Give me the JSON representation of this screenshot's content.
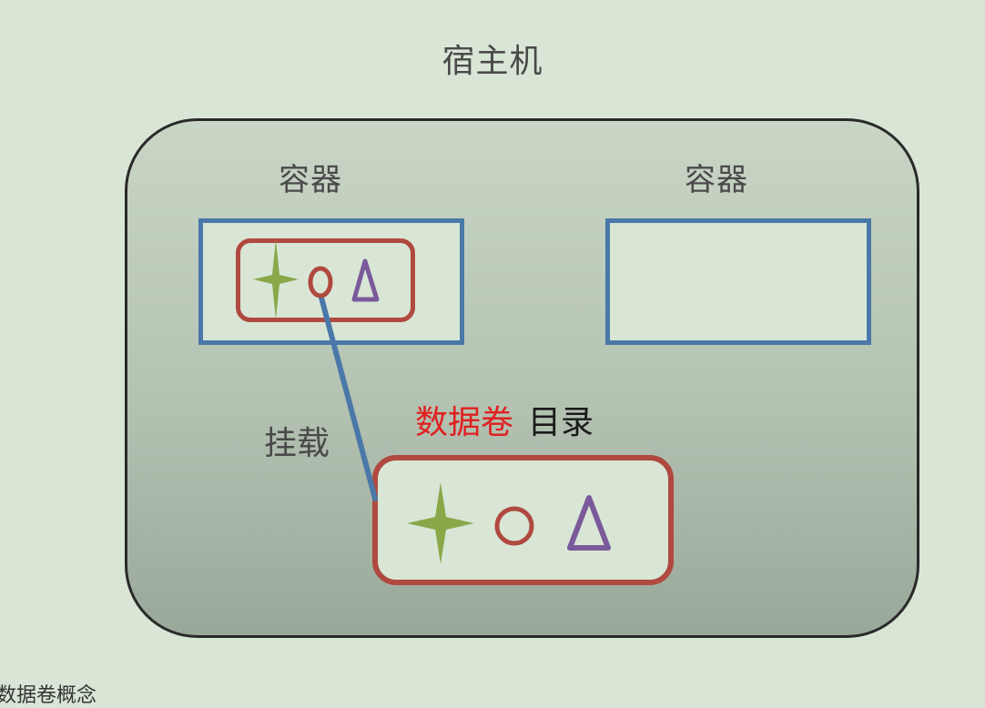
{
  "host": {
    "title": "宿主机"
  },
  "containers": [
    {
      "label": "容器"
    },
    {
      "label": "容器"
    }
  ],
  "mount": {
    "label": "挂载"
  },
  "data_volume": {
    "label_red": "数据卷",
    "label_black": "目录"
  },
  "caption": "数据卷概念",
  "colors": {
    "background": "#d9e6d6",
    "container_border": "#4a78a8",
    "volume_border": "#b0493f",
    "star": "#8aa84a",
    "circle": "#b0493f",
    "triangle": "#7a5a9a",
    "mount_line": "#4a78a8",
    "label_red": "#e02020"
  },
  "icons": [
    "star-icon",
    "circle-icon",
    "triangle-icon"
  ]
}
